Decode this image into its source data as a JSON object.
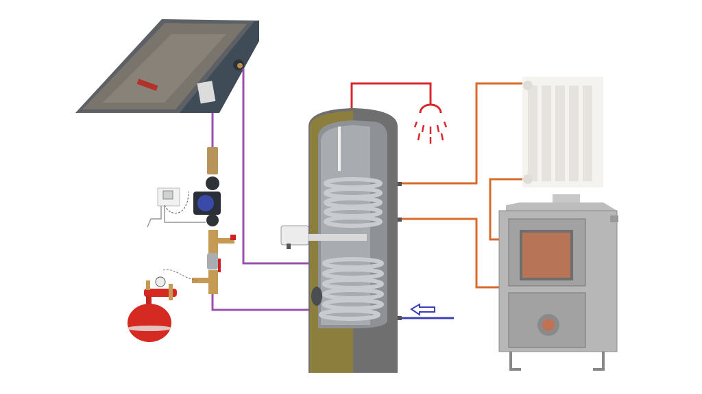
{
  "diagram": {
    "components": [
      "solar-collector",
      "circulation-pump-group",
      "solar-controller",
      "expansion-vessel",
      "hot-water-storage-tank",
      "electric-heater",
      "shower-head",
      "radiator",
      "solid-fuel-boiler"
    ],
    "colors": {
      "solar_loop": "#9b4fb0",
      "hot_water": "#d8282e",
      "heating_loop": "#d96a2a",
      "cold_inlet": "#3a3fb5",
      "insulation": "#8c7f3e",
      "vessel": "#d52a22"
    }
  }
}
